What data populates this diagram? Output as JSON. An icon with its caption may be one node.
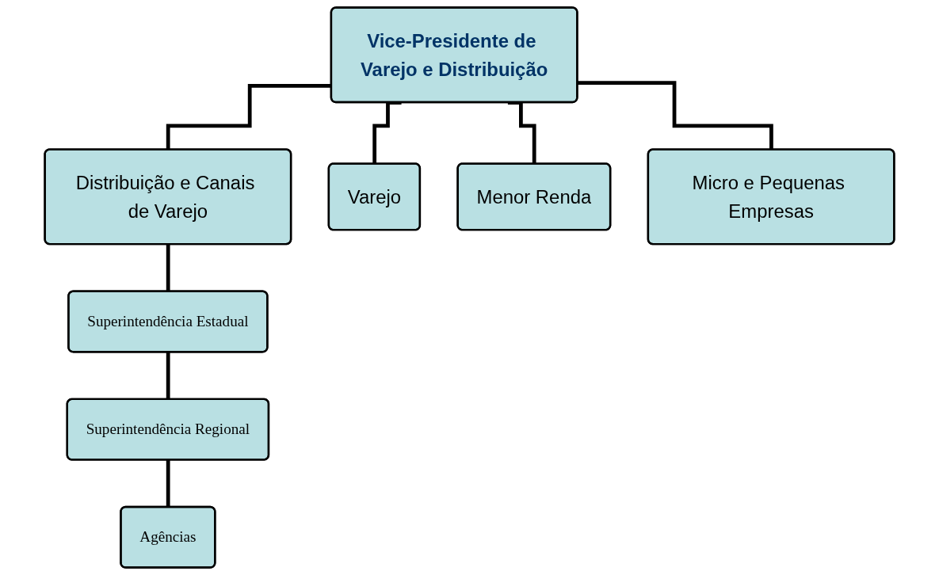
{
  "diagram": {
    "nodes": [
      {
        "text": [
          "Vice-Presidente de Varejo e Distribuição"
        ]
      },
      {
        "text": [
          "Distribuição e Canais de Varejo"
        ]
      },
      {
        "text": [
          "Varejo"
        ]
      },
      {
        "text": [
          "Menor Renda"
        ]
      },
      {
        "text": [
          "Micro e Pequenas Empresas"
        ]
      },
      {
        "text": [
          "Superintendência Estadual"
        ]
      },
      {
        "text": [
          "Superintendência Regional"
        ]
      },
      {
        "text": [
          "Agências"
        ]
      }
    ],
    "edges": [
      {
        "from": 0,
        "to": 1,
        "arrow": "none"
      },
      {
        "from": 0,
        "to": 2,
        "arrow": "none"
      },
      {
        "from": 0,
        "to": 3,
        "arrow": "none"
      },
      {
        "from": 0,
        "to": 4,
        "arrow": "none"
      },
      {
        "from": 1,
        "to": 5,
        "arrow": "none"
      },
      {
        "from": 5,
        "to": 6,
        "arrow": "none"
      },
      {
        "from": 6,
        "to": 7,
        "arrow": "none"
      }
    ]
  }
}
